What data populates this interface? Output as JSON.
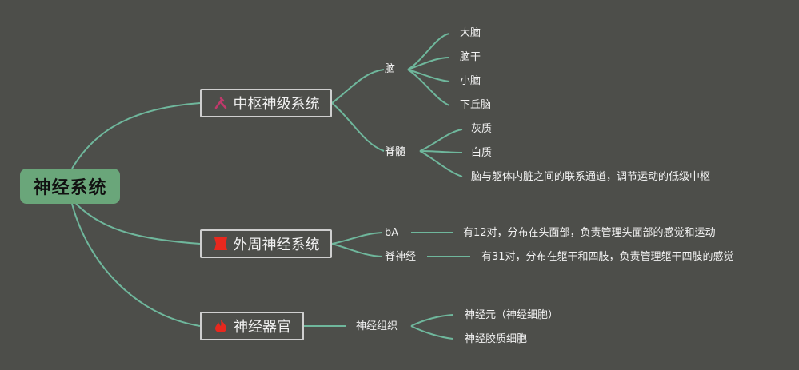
{
  "root": "神经系统",
  "topics": {
    "central": "中枢神级系统",
    "peripheral": "外周神经系统",
    "organ": "神经器官"
  },
  "central": {
    "brain": {
      "label": "脑",
      "children": [
        "大脑",
        "脑干",
        "小脑",
        "下丘脑"
      ]
    },
    "spinal": {
      "label": "脊髓",
      "children": [
        "灰质",
        "白质",
        "脑与躯体内脏之间的联系通道，调节运动的低级中枢"
      ]
    }
  },
  "peripheral": {
    "cranial": {
      "label": "bA",
      "detail": "有12对，分布在头面部，负责管理头面部的感觉和运动"
    },
    "spinal_nerve": {
      "label": "脊神经",
      "detail": "有31对，分布在躯干和四肢，负责管理躯干四肢的感觉"
    }
  },
  "organ": {
    "tissue": {
      "label": "神经组织",
      "children": [
        "神经元（神经细胞）",
        "神经胶质细胞"
      ]
    }
  },
  "colors": {
    "background": "#4d4e4a",
    "root_fill": "#6aa67a",
    "link": "#6fb79c",
    "icon_central": "#c0396b",
    "icon_peripheral": "#e8281e",
    "icon_organ": "#e8281e"
  },
  "icons": {
    "central": "crossed-tools-icon",
    "peripheral": "red-square-icon",
    "organ": "flame-icon"
  }
}
